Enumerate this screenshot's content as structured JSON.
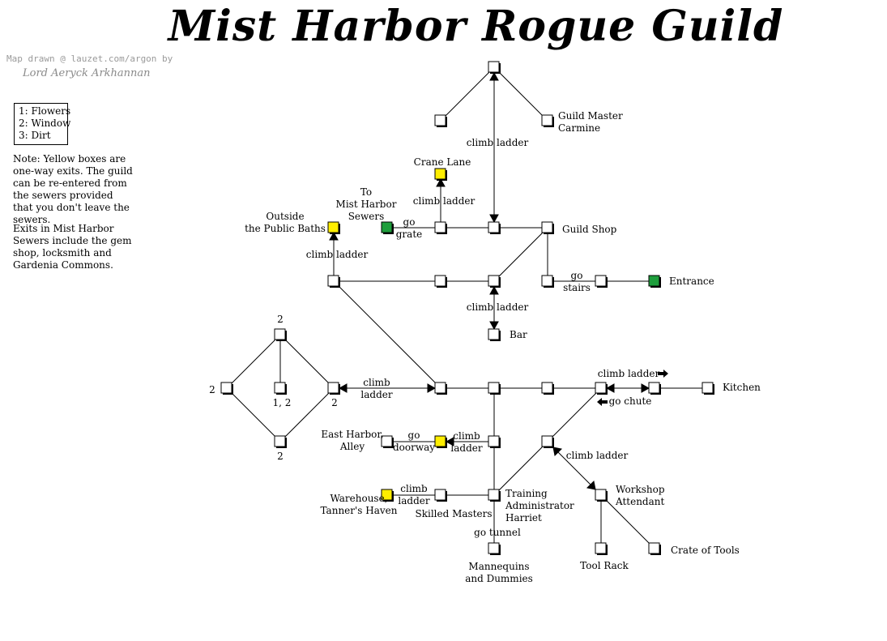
{
  "title": "Mist Harbor Rogue Guild",
  "credits": {
    "line1": "Map drawn @ lauzet.com/argon by",
    "line2": "Lord Aeryck Arkhannan"
  },
  "legend": [
    "1: Flowers",
    "2: Window",
    "3: Dirt"
  ],
  "notes": {
    "yellow_boxes": "Note: Yellow boxes are one-way exits. The guild can be re-entered from the sewers provided that you don't leave the sewers.",
    "sewer_exits": "Exits in Mist Harbor Sewers include the gem shop, locksmith and Gardenia Commons."
  },
  "colors": {
    "room_fill": "#ffffff",
    "room_shadow": "#000000",
    "one_way_exit": "#ffee00",
    "entrance_exit": "#1e9e3c"
  },
  "rooms": {
    "guild_master": "Guild Master\nCarmine",
    "crane_lane": "Crane Lane",
    "sewers": "To\nMist Harbor\nSewers",
    "baths": "Outside\nthe Public Baths",
    "guild_shop": "Guild Shop",
    "entrance": "Entrance",
    "bar": "Bar",
    "kitchen": "Kitchen",
    "east_harbor": "East Harbor,\nAlley",
    "warehouse": "Warehouse,\nTanner's Haven",
    "skilled_masters": "Skilled Masters",
    "training": "Training\nAdministrator\nHarriet",
    "workshop": "Workshop\nAttendant",
    "tool_rack": "Tool Rack",
    "crate": "Crate of Tools",
    "mannequins": "Mannequins\nand Dummies",
    "window_top": "2",
    "window_left": "2",
    "window_right": "2",
    "window_bottom": "2",
    "flowers_window": "1, 2"
  },
  "exits": {
    "climb_ladder_top": "climb ladder",
    "climb_ladder_crane": "climb ladder",
    "go_grate": "go\ngrate",
    "climb_ladder_baths": "climb ladder",
    "go_stairs": "go\nstairs",
    "climb_ladder_bar": "climb ladder",
    "climb_ladder_diamond": "climb\nladder",
    "climb_ladder_kitchen": "climb ladder",
    "go_chute": "go chute",
    "go_doorway": "go\ndoorway",
    "climb_ladder_alley": "climb\nladder",
    "climb_ladder_workshop": "climb ladder",
    "climb_ladder_warehouse": "climb\nladder",
    "go_tunnel": "go tunnel"
  }
}
